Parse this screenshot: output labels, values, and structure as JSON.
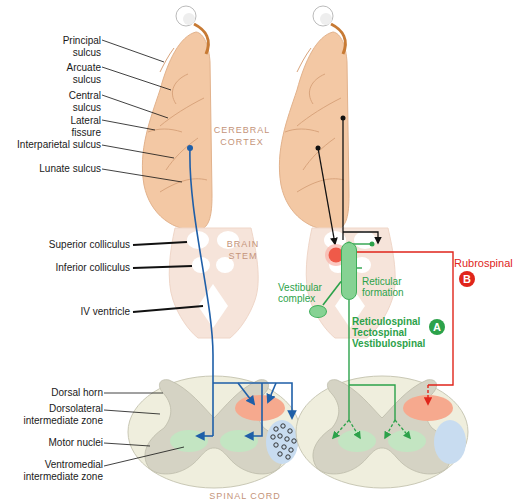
{
  "diagram": {
    "nodes": [
      {
        "text": [
          "Reticular formation"
        ]
      },
      {
        "text": [
          "Vestibular complex"
        ]
      },
      {
        "text": [
          "B"
        ]
      },
      {
        "text": [
          "A"
        ]
      }
    ],
    "edges": [
      {
        "from": 0,
        "to": 1,
        "arrow": "none"
      }
    ],
    "labels": [
      "CEREBRAL CORTEX",
      "Principal sulcus",
      "Arcuate sulcus",
      "Central sulcus",
      "Lateral fissure",
      "Interparietal sulcus",
      "Lunate sulcus",
      "Superior colliculus",
      "Inferior colliculus",
      "IV ventricle",
      "BRAIN STEM",
      "Dorsal horn",
      "Dorsolateral intermediate zone",
      "Motor nuclei",
      "Ventromedial intermediate zone",
      "SPINAL CORD",
      "Rubrospinal",
      "Reticulospinal Tectospinal Vestibulospinal"
    ]
  }
}
